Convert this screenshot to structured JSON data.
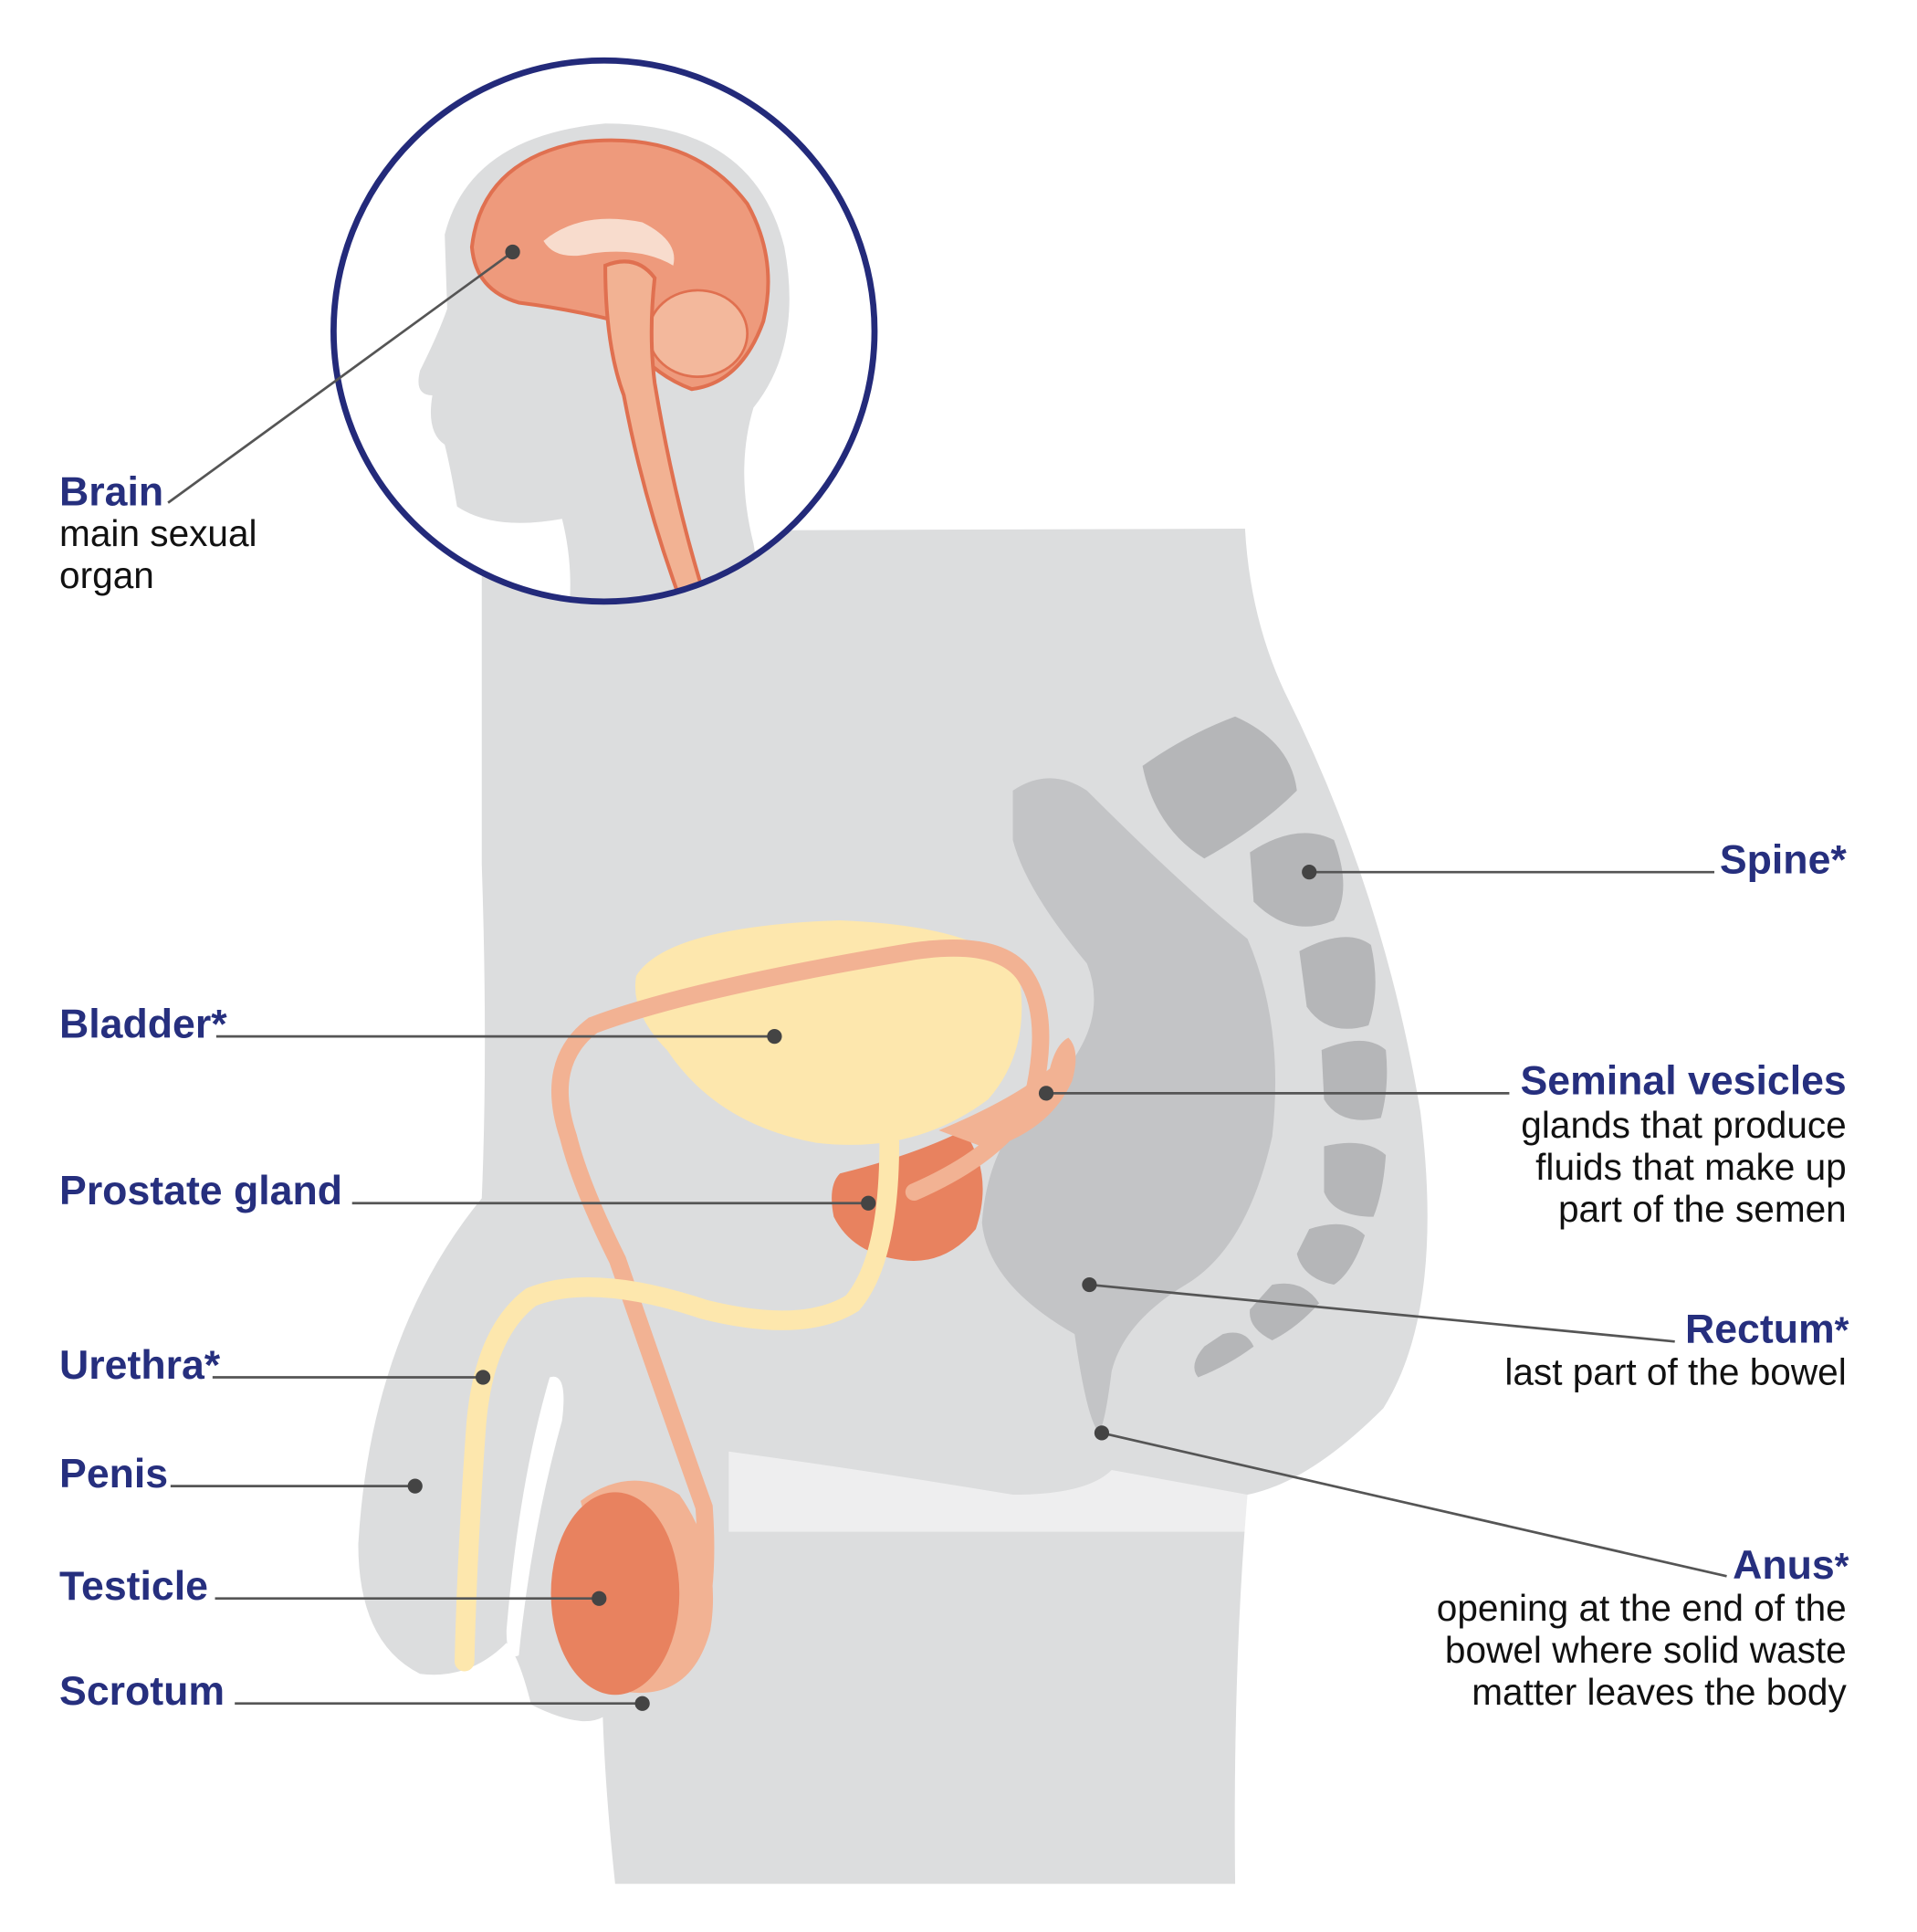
{
  "colors": {
    "label": "#262f7e",
    "circle": "#232a7a",
    "body": "#dcddde",
    "body_dark": "#c3c4c6",
    "bone": "#b5b6b8",
    "bladder": "#fde7ad",
    "duct": "#f2b293",
    "organ": "#e8825f"
  },
  "labels": {
    "brain": {
      "title": "Brain",
      "desc": [
        "main sexual",
        "organ"
      ]
    },
    "spine": {
      "title": "Spine",
      "mark": "*"
    },
    "bladder": {
      "title": "Bladder",
      "mark": "*"
    },
    "seminal_vesicles": {
      "title": "Seminal vesicles",
      "desc": [
        "glands that produce",
        "fluids that make up",
        "part of the semen"
      ]
    },
    "prostate": {
      "title": "Prostate gland"
    },
    "rectum": {
      "title": "Rectum",
      "mark": "*",
      "desc": [
        "last part of the bowel"
      ]
    },
    "urethra": {
      "title": "Urethra",
      "mark": "*"
    },
    "penis": {
      "title": "Penis"
    },
    "anus": {
      "title": "Anus",
      "mark": "*",
      "desc": [
        "opening at the end of the",
        "bowel where solid waste",
        "matter leaves the body"
      ]
    },
    "testicle": {
      "title": "Testicle"
    },
    "scrotum": {
      "title": "Scrotum"
    }
  }
}
